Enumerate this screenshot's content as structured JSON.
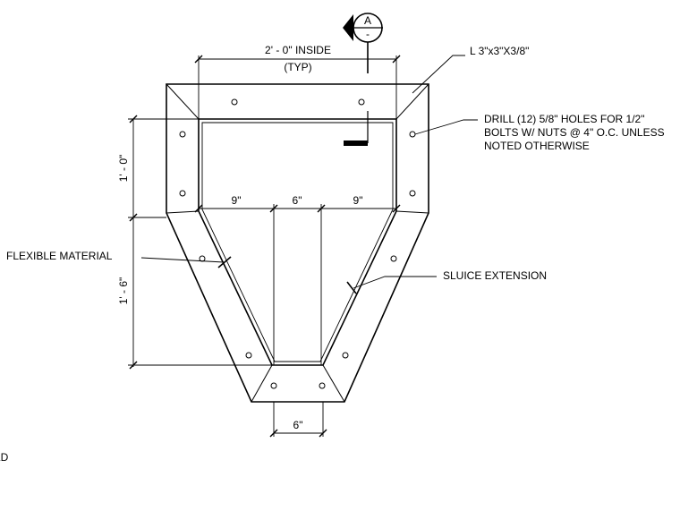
{
  "section_marker": {
    "letter": "A",
    "sheet": "-"
  },
  "dimensions": {
    "top_width": "2' - 0\" INSIDE",
    "top_width_note": "(TYP)",
    "upper_height": "1' - 0\"",
    "lower_height": "1' - 6\"",
    "seg_left": "9\"",
    "seg_mid": "6\"",
    "seg_right": "9\"",
    "bottom_width": "6\""
  },
  "callouts": {
    "angle": "L 3\"x3\"X3/8\"",
    "drill_line1": "DRILL (12) 5/8\" HOLES FOR 1/2\"",
    "drill_line2": "BOLTS W/ NUTS @ 4\" O.C. UNLESS",
    "drill_line3": "NOTED OTHERWISE",
    "flexible": "FLEXIBLE MATERIAL",
    "sluice": "SLUICE EXTENSION"
  },
  "edge_fragment": "LD"
}
